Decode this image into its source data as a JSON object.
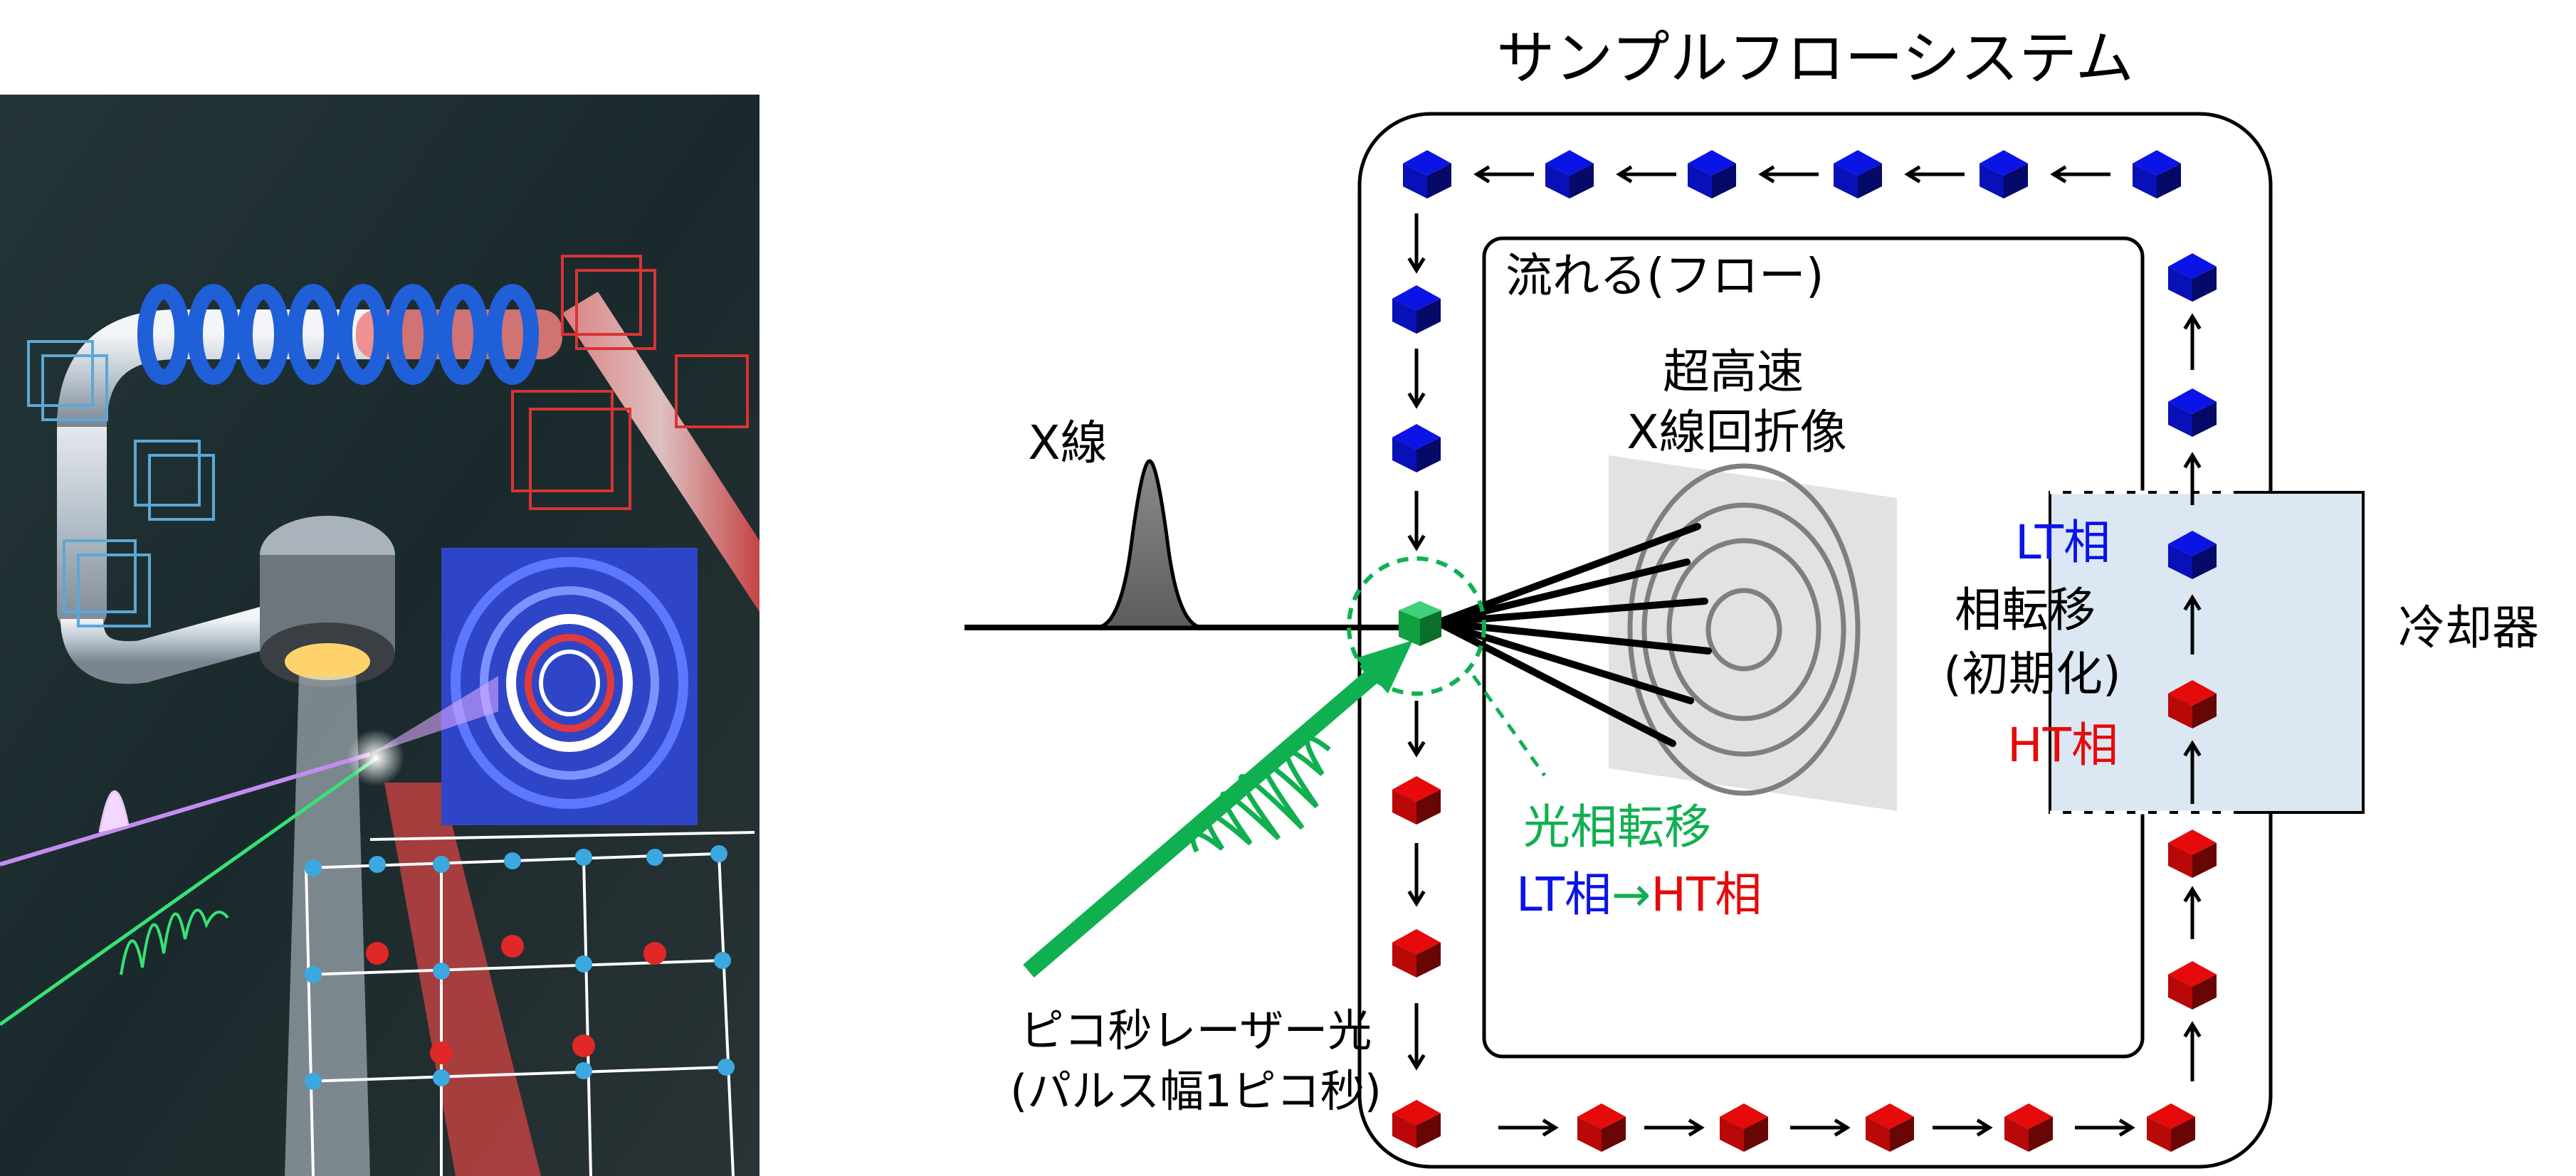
{
  "labels": {
    "system_title": "サンプルフローシステム",
    "flow": "流れる(フロー)",
    "diffraction_line1": "超高速",
    "diffraction_line2": "X線回折像",
    "xray": "X線",
    "lt_phase": "LT相",
    "transition": "相転移",
    "init": "(初期化)",
    "ht_phase": "HT相",
    "cooler": "冷却器",
    "photo_transition": "光相転移",
    "lt_phase_2": "LT相",
    "arrow_glyph": "→",
    "ht_phase_2": "HT相",
    "laser_line1": "ピコ秒レーザー光",
    "laser_line2": "(パルス幅1ピコ秒)"
  },
  "colors": {
    "blue_phase": "#0a14e6",
    "red_phase": "#e60a0a",
    "green_laser": "#10b050",
    "cooler_fill": "#dbe7f3",
    "detector_fill": "#e2e2e2"
  }
}
